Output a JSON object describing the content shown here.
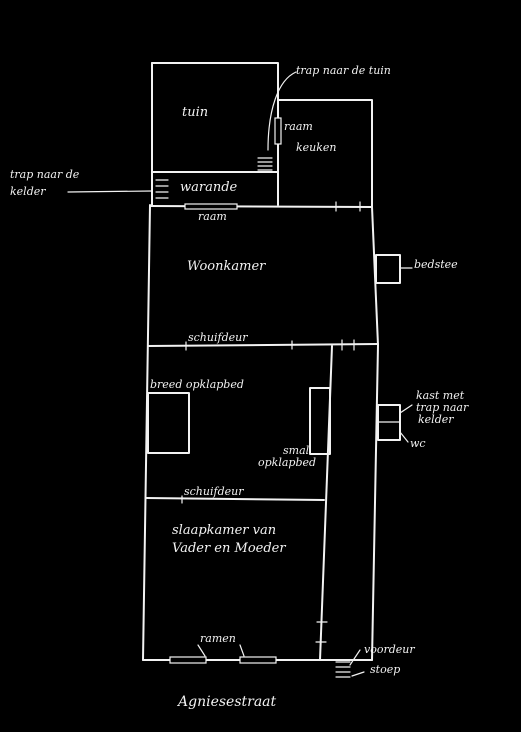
{
  "plan": {
    "street": "Agniesestraat",
    "rooms": {
      "garden": "tuin",
      "veranda": "warande",
      "kitchen": "keuken",
      "living_room": "Woonkamer",
      "bedroom_line1": "slaapkamer van",
      "bedroom_line2": "Vader en Moeder"
    },
    "labels": {
      "stairs_to_garden": "trap naar de tuin",
      "window_kitchen": "raam",
      "stairs_to_cellar_line1": "trap naar de",
      "stairs_to_cellar_line2": "kelder",
      "window_veranda": "raam",
      "box_bed": "bedstee",
      "sliding_door_1": "schuifdeur",
      "wide_folding_bed": "breed opklapbed",
      "narrow_folding_bed_line1": "smal",
      "narrow_folding_bed_line2": "opklapbed",
      "sliding_door_2": "schuifdeur",
      "cupboard_line1": "kast met",
      "cupboard_line2": "trap naar",
      "cupboard_line3": "kelder",
      "wc": "wc",
      "windows_front": "ramen",
      "front_door": "voordeur",
      "stoop": "stoep"
    }
  }
}
